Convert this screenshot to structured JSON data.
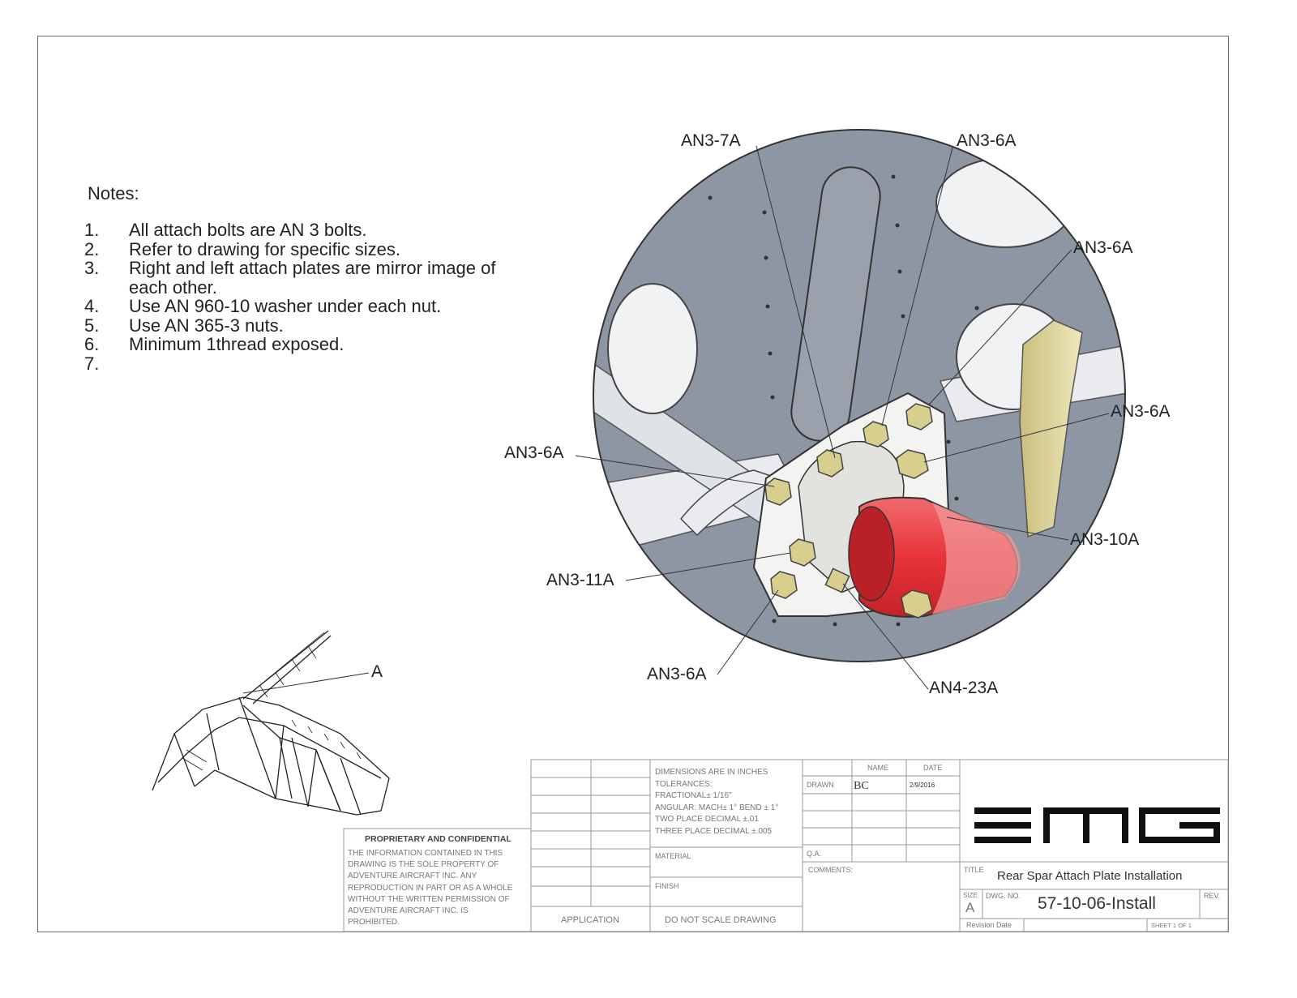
{
  "notes": {
    "title": "Notes:",
    "items": [
      {
        "num": "1.",
        "text": "All attach bolts are AN 3  bolts."
      },
      {
        "num": "2.",
        "text": "Refer to drawing for specific sizes."
      },
      {
        "num": "3.",
        "text": "Right and left attach plates are mirror image of"
      },
      {
        "num": "",
        "text": "each other."
      },
      {
        "num": "4.",
        "text": "Use AN 960-10 washer under each nut."
      },
      {
        "num": "5.",
        "text": "Use AN 365-3 nuts."
      },
      {
        "num": "6.",
        "text": "Minimum 1thread exposed."
      },
      {
        "num": "7.",
        "text": ""
      }
    ]
  },
  "callouts": [
    "AN3-7A",
    "AN3-6A",
    "AN3-6A",
    "AN3-6A",
    "AN3-6A",
    "AN3-10A",
    "AN3-11A",
    "AN3-6A",
    "AN4-23A",
    "A"
  ],
  "title_block": {
    "proprietary_title": "PROPRIETARY AND CONFIDENTIAL",
    "proprietary_lines": [
      "THE INFORMATION CONTAINED IN THIS",
      "DRAWING IS THE SOLE PROPERTY OF",
      "ADVENTURE AIRCRAFT INC.  ANY",
      "REPRODUCTION IN PART OR AS A WHOLE",
      "WITHOUT THE WRITTEN PERMISSION OF",
      "ADVENTURE AIRCRAFT INC. IS",
      "PROHIBITED."
    ],
    "application": "APPLICATION",
    "dims_lines": [
      "DIMENSIONS ARE IN INCHES",
      "TOLERANCES:",
      "FRACTIONAL± 1/16\"",
      "ANGULAR: MACH± 1° BEND ± 1°",
      "TWO PLACE DECIMAL    ±.01",
      "THREE PLACE DECIMAL  ±.005"
    ],
    "material": "MATERIAL",
    "finish": "FINISH",
    "do_not_scale": "DO  NOT SCALE DRAWING",
    "name_header": "NAME",
    "date_header": "DATE",
    "drawn_label": "DRAWN",
    "drawn_name": "BC",
    "drawn_date": "2/9/2016",
    "qa_label": "Q.A.",
    "comments_label": "COMMENTS:",
    "logo": "EMG",
    "title_label": "TITLE",
    "title": "Rear Spar Attach Plate Installation",
    "size_label": "SIZE",
    "size": "A",
    "dwg_label": "DWG.  NO.",
    "dwg_no": "57-10-06-Install",
    "rev_label": "REV.",
    "revision_date": "Revision Date",
    "sheet": "SHEET 1 OF 1"
  },
  "colors": {
    "plate": "#8f96a3",
    "spacer": "#e8343a",
    "bolt": "#d8cf8e",
    "gusset": "#e6dfad"
  }
}
